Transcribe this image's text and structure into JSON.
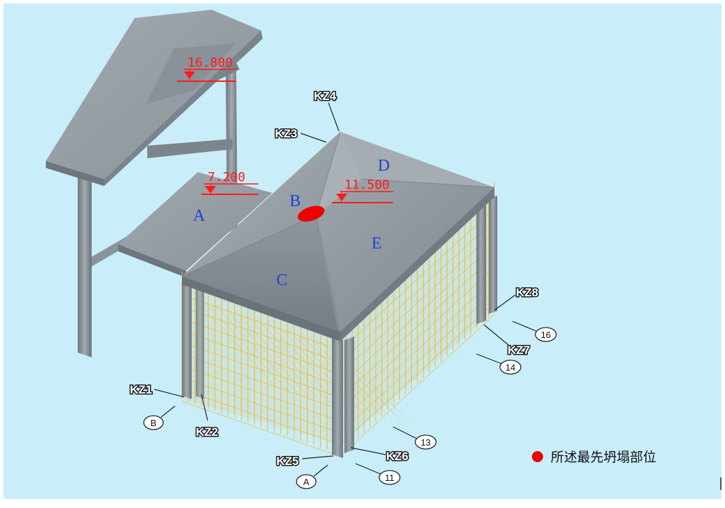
{
  "colors": {
    "background": "#c9eefa",
    "concrete": "#9aa3aa",
    "scaffold": "#f5b320",
    "elevation_marker": "#ff1a1a",
    "face_label": "#1f3fd6",
    "collapse_marker": "#ee0000"
  },
  "elevations": [
    {
      "id": "elev-16800",
      "label": "16.800"
    },
    {
      "id": "elev-7200",
      "label": "7.200"
    },
    {
      "id": "elev-11500",
      "label": "11.500"
    }
  ],
  "face_labels": [
    "A",
    "B",
    "C",
    "D",
    "E"
  ],
  "columns": [
    "KZ1",
    "KZ2",
    "KZ3",
    "KZ4",
    "KZ5",
    "KZ6",
    "KZ7",
    "KZ8"
  ],
  "axes": [
    "B",
    "A",
    "11",
    "13",
    "14",
    "16"
  ],
  "legend": {
    "icon": "red-dot-icon",
    "text": "所述最先坍塌部位"
  }
}
